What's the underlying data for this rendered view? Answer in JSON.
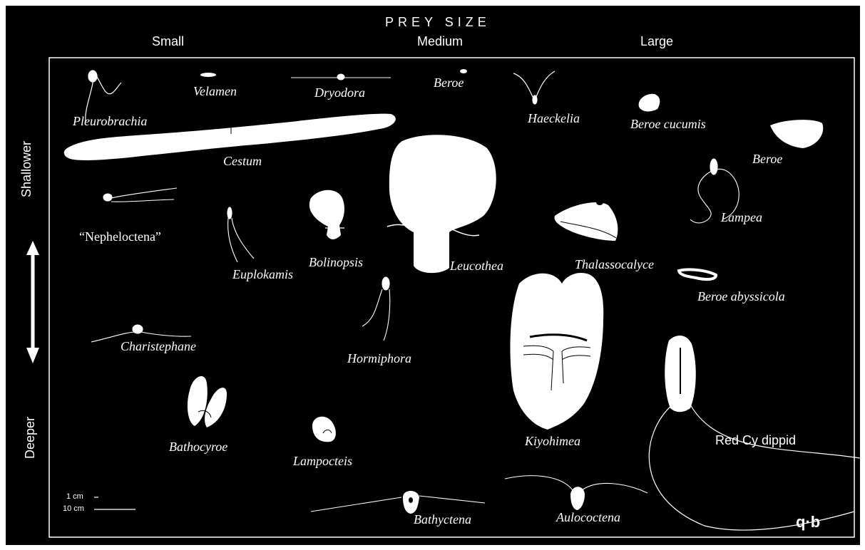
{
  "header": {
    "title": "PREY SIZE",
    "small": "Small",
    "medium": "Medium",
    "large": "Large"
  },
  "side": {
    "shallower": "Shallower",
    "deeper": "Deeper"
  },
  "species": {
    "pleurobrachia": "Pleurobrachia",
    "velamen": "Velamen",
    "dryodora": "Dryodora",
    "beroe_top": "Beroe",
    "haeckelia": "Haeckelia",
    "beroe_cucumis": "Beroe cucumis",
    "cestum": "Cestum",
    "beroe_right": "Beroe",
    "nepheloctena": "“Nepheloctena”",
    "lampea": "Lampea",
    "euplokamis": "Euplokamis",
    "bolinopsis": "Bolinopsis",
    "leucothea": "Leucothea",
    "thalassocalyce": "Thalassocalyce",
    "beroe_abyssicola": "Beroe abyssicola",
    "charistephane": "Charistephane",
    "hormiphora": "Hormiphora",
    "bathocyroe": "Bathocyroe",
    "lampocteis": "Lampocteis",
    "kiyohimea": "Kiyohimea",
    "red_cydippid": "Red Cy dippid",
    "bathyctena": "Bathyctena",
    "aulococtena": "Aulococtena"
  },
  "scale": {
    "small": "1 cm",
    "large": "10 cm"
  },
  "signature": "q·b"
}
